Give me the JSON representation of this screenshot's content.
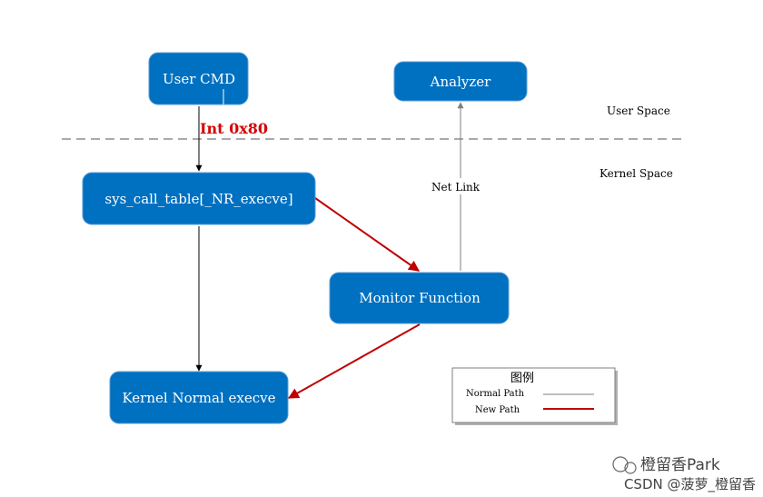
{
  "nodes": {
    "user_cmd": "User CMD",
    "analyzer": "Analyzer",
    "sys_call_table": "sys_call_table[_NR_execve]",
    "monitor_function": "Monitor Function",
    "kernel_normal_execve": "Kernel Normal execve"
  },
  "labels": {
    "int_0x80": "Int 0x80",
    "user_space": "User Space",
    "kernel_space": "Kernel Space",
    "net_link": "Net Link"
  },
  "legend": {
    "title": "图例",
    "items": [
      {
        "label": "Normal Path",
        "color": "#7f7f7f"
      },
      {
        "label": "New Path",
        "color": "#c00000"
      }
    ]
  },
  "watermark": {
    "line1": "橙留香Park",
    "line2": "CSDN @菠萝_橙留香"
  },
  "colors": {
    "node_fill": "#0070c0",
    "node_border": "#5b9bd5",
    "new_path": "#c00000",
    "normal_path": "#000000",
    "netlink_path": "#7f7f7f",
    "int_label": "#d40000"
  }
}
